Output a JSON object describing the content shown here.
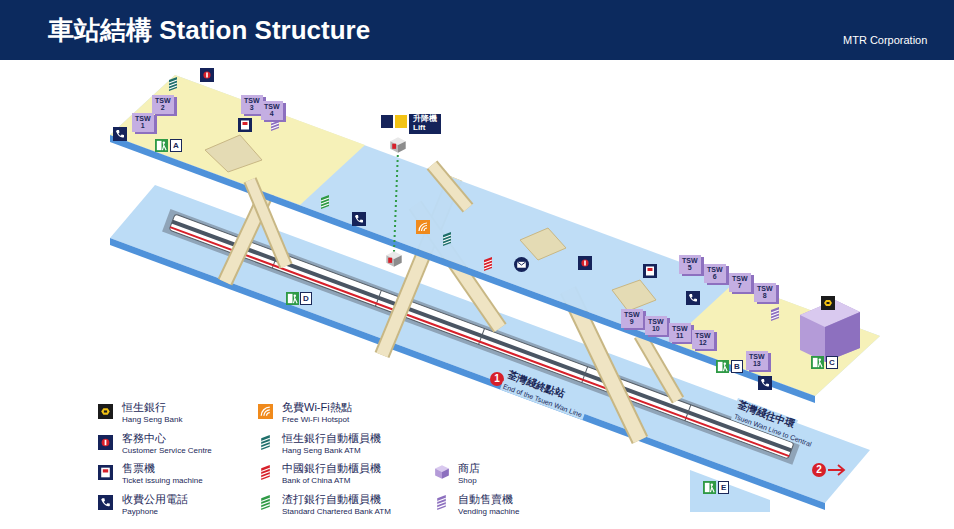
{
  "diagram": {
    "title": "車站結構 Station Structure",
    "nodes": [
      {
        "text": [
          "TSW 1"
        ]
      },
      {
        "text": [
          "TSW 2"
        ]
      },
      {
        "text": [
          "TSW 3"
        ]
      },
      {
        "text": [
          "TSW 4"
        ]
      },
      {
        "text": [
          "TSW 5"
        ]
      },
      {
        "text": [
          "TSW 6"
        ]
      },
      {
        "text": [
          "TSW 7"
        ]
      },
      {
        "text": [
          "TSW 8"
        ]
      },
      {
        "text": [
          "TSW 9"
        ]
      },
      {
        "text": [
          "TSW 10"
        ]
      },
      {
        "text": [
          "TSW 11"
        ]
      },
      {
        "text": [
          "TSW 12"
        ]
      },
      {
        "text": [
          "TSW 13"
        ]
      },
      {
        "text": [
          "升降機",
          "Lift"
        ]
      }
    ],
    "labels": [
      "MTR Corporation",
      "A",
      "D",
      "1",
      "荃灣綫終點站",
      "End of the Tsuen Wan Line",
      "B",
      "C",
      "荃灣綫往中環",
      "Tsuen Wan Line to Central",
      "2",
      "E"
    ],
    "legend": [
      {
        "text": "恒生銀行"
      },
      {
        "text": "Hang Seng Bank"
      },
      {
        "text": "客務中心"
      },
      {
        "text": "Customer Service Centre"
      },
      {
        "text": "售票機"
      },
      {
        "text": "Ticket issuing machine"
      },
      {
        "text": "收費公用電話"
      },
      {
        "text": "Payphone"
      },
      {
        "text": "免費Wi-Fi熱點"
      },
      {
        "text": "Free Wi-Fi Hotspot"
      },
      {
        "text": "恒生銀行自動櫃員機"
      },
      {
        "text": "Hang Seng Bank ATM"
      },
      {
        "text": "中國銀行自動櫃員機"
      },
      {
        "text": "Bank of China ATM"
      },
      {
        "text": "渣打銀行自動櫃員機"
      },
      {
        "text": "Standard Chartered Bank ATM"
      },
      {
        "text": "商店"
      },
      {
        "text": "Shop"
      },
      {
        "text": "自動售賣機"
      },
      {
        "text": "Vending machine"
      }
    ]
  }
}
